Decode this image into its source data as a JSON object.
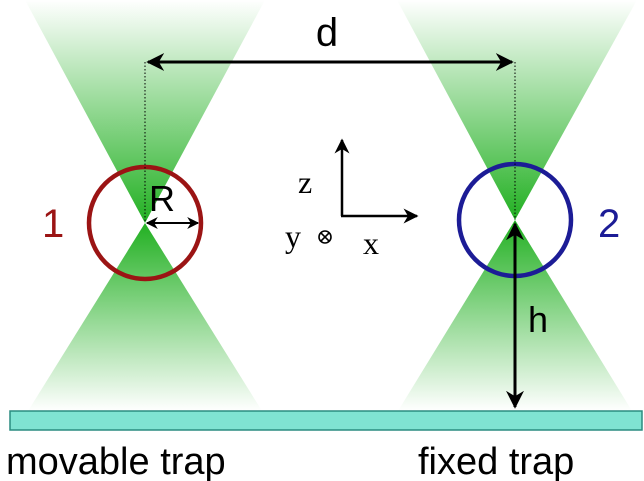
{
  "labels": {
    "distance": "d",
    "radius": "R",
    "height": "h",
    "trap1_number": "1",
    "trap2_number": "2",
    "axis_z": "z",
    "axis_x": "x",
    "axis_y": "y",
    "movable_trap": "movable trap",
    "fixed_trap": "fixed trap"
  },
  "colors": {
    "beam": "#22b022",
    "bead1": "#9b1414",
    "bead2": "#1c1c96",
    "surface_fill": "#7fe3d2",
    "surface_stroke": "#2a8c80",
    "arrow": "#000000"
  },
  "icons": {
    "y_axis_marker": "into-page-circle-x-icon"
  }
}
